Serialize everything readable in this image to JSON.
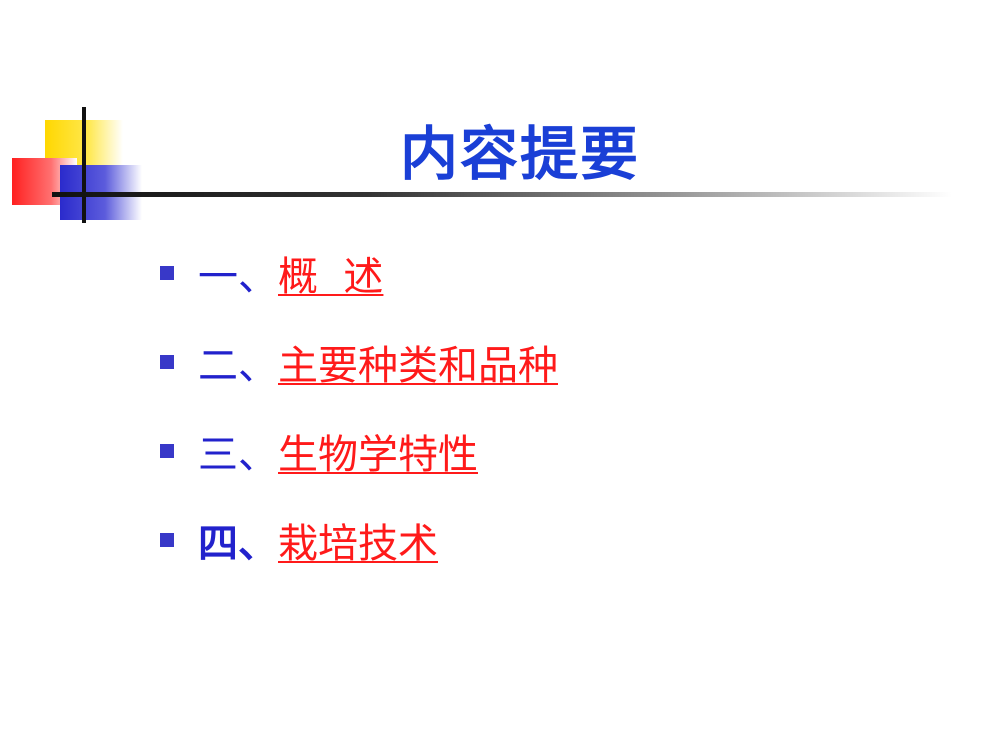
{
  "slide": {
    "title": "内容提要",
    "items": [
      {
        "number": "一、",
        "label": "概  述"
      },
      {
        "number": "二、",
        "label": "主要种类和品种"
      },
      {
        "number": "三、",
        "label": "生物学特性"
      },
      {
        "number": "四、",
        "label": "栽培技术"
      }
    ]
  },
  "colors": {
    "title": "#1a3fd6",
    "number": "#2222cc",
    "link": "#ff1a1a",
    "bullet": "#3838c8"
  }
}
